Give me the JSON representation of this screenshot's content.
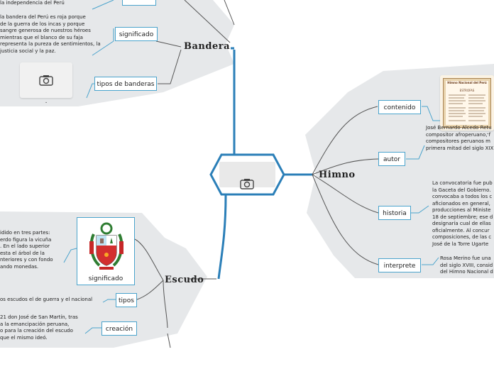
{
  "central": {
    "icon": "camera-icon"
  },
  "bandera": {
    "title": "Bandera",
    "intro_text": "la independencia del Perú",
    "significado_text": "la bandera del Perú es roja porque\nde la guerra de los incas y porque\nsangre generosa de nuestros héroes\nmientras que el blanco de su faja\nrepresenta la pureza de sentimientos, la\njusticia social y la paz.",
    "significado_label": "significado",
    "tipos_label": "tipos de banderas",
    "tipos_image_icon": "camera-icon",
    "tipos_caption": "."
  },
  "himno": {
    "title": "Himno",
    "contenido_label": "contenido",
    "contenido_image_title": "Himno Nacional del Perú",
    "contenido_image_subtitle": "ESTROFAS",
    "contenido_caption": ".",
    "autor_label": "autor",
    "autor_text": "José Bernardo Alcedo Retu\ncompositor afroperuano, f\ncompositores peruanos m\nprimera mitad del siglo XIX",
    "historia_label": "historia",
    "historia_text": "La convocatoria fue pub\nla Gaceta del Gobierno.\nconvocaba a todos los c\naficionados en general,\nproducciones al Ministe\n18 de septiembre; ese d\ndesignaría cual de ellas\noficialmente. Al concur\ncomposiciones, de las c\nJosé de la Torre Ugarte",
    "interprete_label": "interprete",
    "interprete_text": "Rosa Merino fue una\ndel siglo XVIII, consid\ndel Himno Nacional d"
  },
  "escudo": {
    "title": "Escudo",
    "significado_text": "idido en tres partes:\nerdo figura la vicuña\n. En el lado superior\nesta el árbol de la\nnteriores y con fondo\nando monedas.",
    "significado_caption": "significado",
    "tipos_label": "tipos",
    "tipos_text": "os escudos el de guerra y el nacional",
    "creacion_label": "creación",
    "creacion_text": "21 don José de San Martín, tras\na la emancipación peruana,\no para la creación del escudo\n que el mismo ideó."
  },
  "colors": {
    "accent": "#4aa3cc",
    "panel": "#e6e8ea",
    "central_border": "#2b7fb8"
  }
}
